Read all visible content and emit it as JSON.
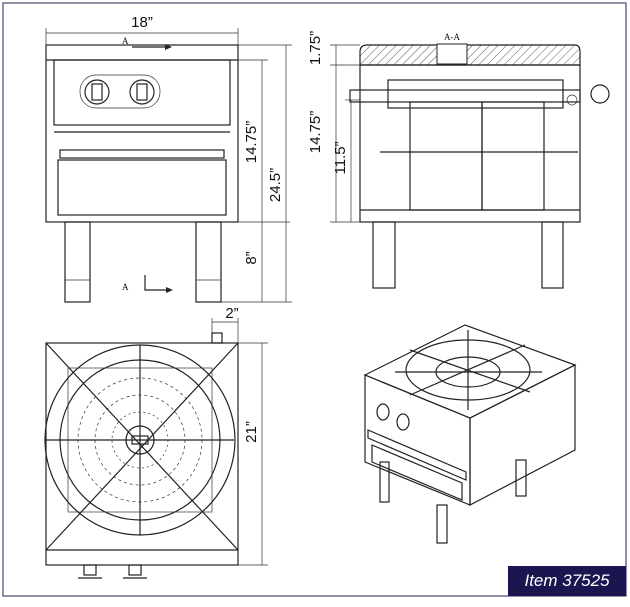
{
  "front_view": {
    "width_dim": "18”",
    "section_marker_top": "A",
    "section_marker_bottom": "A",
    "cabinet_height_dim": "14.75”",
    "total_height_dim": "24.5”",
    "leg_height_dim": "8”"
  },
  "side_view": {
    "section_title": "A-A",
    "top_dim": "1.75”",
    "body_height_dim": "14.75”",
    "shelf_height_dim": "11.5”"
  },
  "top_view": {
    "pipe_offset_dim": "2”",
    "depth_dim": "21”"
  },
  "item_label": "Item 37525",
  "colors": {
    "frame": "#6e6a8a",
    "label_bg": "#1c1650",
    "label_text": "#ffffff"
  }
}
